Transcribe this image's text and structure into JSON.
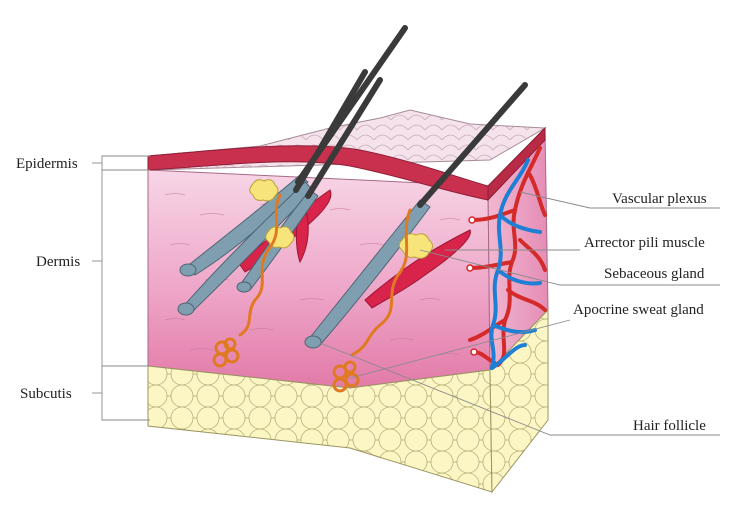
{
  "layer_labels": {
    "epidermis": "Epidermis",
    "dermis": "Dermis",
    "subcutis": "Subcutis"
  },
  "structure_labels": {
    "vascular_plexus": "Vascular plexus",
    "arrector_pili_muscle": "Arrector pili muscle",
    "sebaceous_gland": "Sebaceous gland",
    "apocrine_sweat_gland": "Apocrine sweat gland",
    "hair_follicle": "Hair follicle"
  },
  "colors": {
    "epidermis_surface": "#f3dbe6",
    "epidermis_band": "#c9304e",
    "dermis": "#ec9dbf",
    "subcutis_fat": "#fbf6c4",
    "hair_shaft": "#3a3a3a",
    "follicle": "#7f9fb1",
    "artery": "#d42a2a",
    "vein": "#1f7fd4",
    "sweat_gland": "#e07a22",
    "sebaceous": "#f7e47a"
  }
}
